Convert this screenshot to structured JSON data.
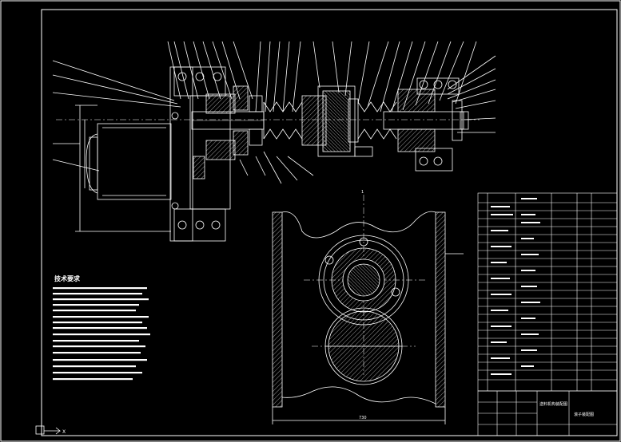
{
  "drawing": {
    "background": "#000000",
    "line_color": "#ffffff",
    "notes_heading": "技术要求",
    "ucs_label": "X",
    "dimensions": {
      "bottom": "730",
      "center_mark": "1"
    },
    "title_block": {
      "drawing_title": "送料机构装配图",
      "sheet_label": "滚子装配图"
    }
  }
}
